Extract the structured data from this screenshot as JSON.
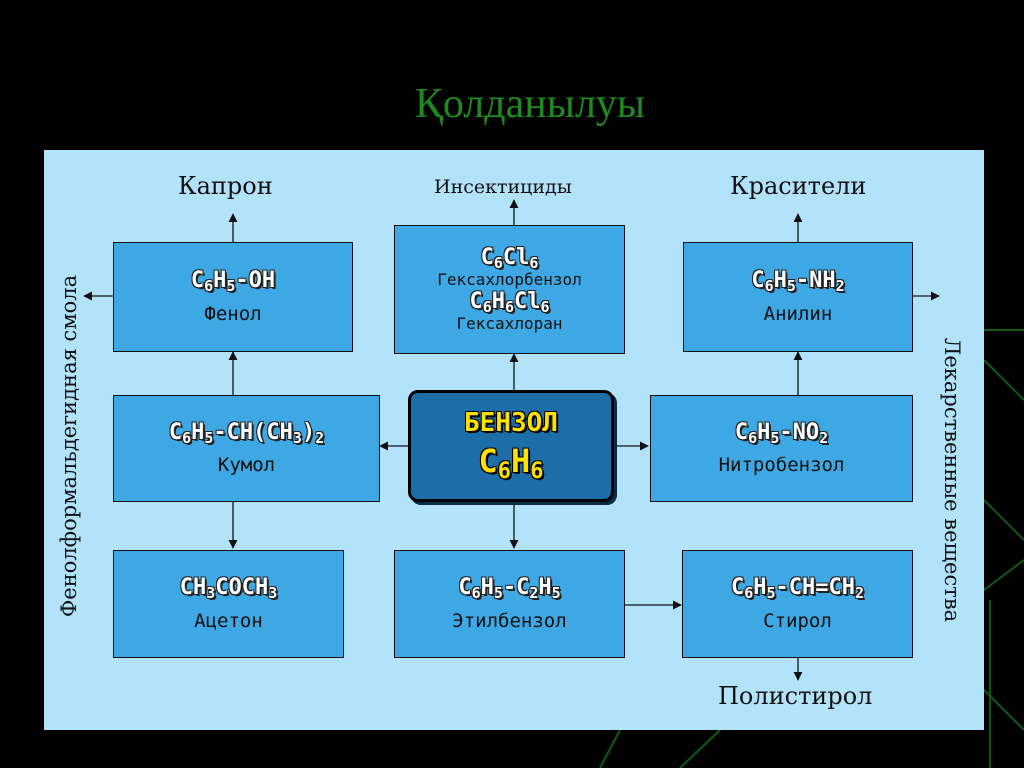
{
  "title": "Қолданылуы",
  "center": {
    "name": "БЕНЗОЛ",
    "formula": [
      "C",
      "6",
      "H",
      "6"
    ]
  },
  "boxes": {
    "phenol": {
      "formula": [
        "C",
        "6",
        "H",
        "5",
        "-OH"
      ],
      "name": "Фенол"
    },
    "hexa": {
      "formula1": [
        "C",
        "6",
        "Cl",
        "6"
      ],
      "name1": "Гексахлорбензол",
      "formula2": [
        "C",
        "6",
        "H",
        "6",
        "Cl",
        "6"
      ],
      "name2": "Гексахлоран"
    },
    "aniline": {
      "formula": [
        "C",
        "6",
        "H",
        "5",
        "-NH",
        "2"
      ],
      "name": "Анилин"
    },
    "cumene": {
      "formula": [
        "C",
        "6",
        "H",
        "5",
        "-CH(CH",
        "3",
        ")",
        "2"
      ],
      "name": "Кумол"
    },
    "nitrobenzene": {
      "formula": [
        "C",
        "6",
        "H",
        "5",
        "-NO",
        "2"
      ],
      "name": "Нитробензол"
    },
    "acetone": {
      "formula": [
        "CH",
        "3",
        "COCH",
        "3"
      ],
      "name": "Ацетон"
    },
    "ethylbenzene": {
      "formula": [
        "C",
        "6",
        "H",
        "5",
        "-C",
        "2",
        "H",
        "5"
      ],
      "name": "Этилбензол"
    },
    "styrene": {
      "formula": [
        "C",
        "6",
        "H",
        "5",
        "-CH=CH",
        "2"
      ],
      "name": "Стирол"
    }
  },
  "labels": {
    "capron": "Капрон",
    "insecticides": "Инсектициды",
    "dyes": "Красители",
    "polystyrene": "Полистирол",
    "phenol_resin": "Фенолформальдегидная смола",
    "medicines": "Лекарственные вещества"
  }
}
